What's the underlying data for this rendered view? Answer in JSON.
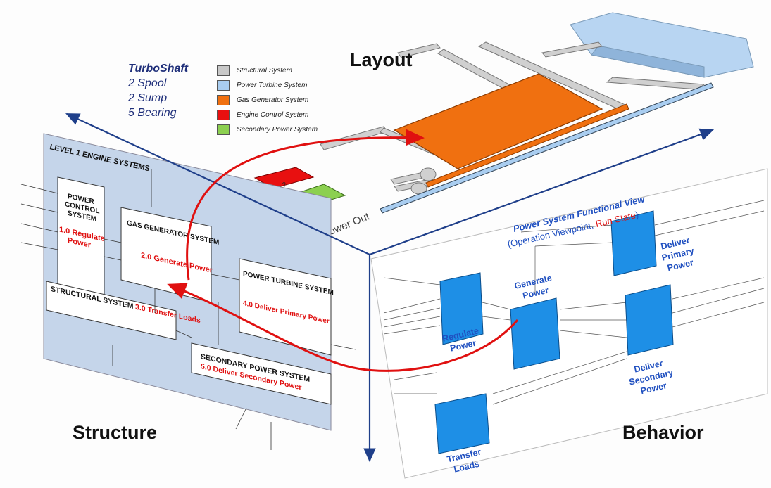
{
  "titles": {
    "layout": "Layout",
    "structure": "Structure",
    "behavior": "Behavior"
  },
  "engine_spec": {
    "name": "TurboShaft",
    "spool": "2 Spool",
    "sump": "2 Sump",
    "bearing": "5 Bearing"
  },
  "legend": [
    {
      "label": "Structural System",
      "color": "#c8c8c8"
    },
    {
      "label": "Power Turbine System",
      "color": "#a9cdf0"
    },
    {
      "label": "Gas Generator System",
      "color": "#f07010"
    },
    {
      "label": "Engine Control System",
      "color": "#e81010"
    },
    {
      "label": "Secondary Power System",
      "color": "#8cd050"
    }
  ],
  "layout_view": {
    "power_out": "Power Out",
    "question_mark": "?"
  },
  "structure_view": {
    "title": "LEVEL 1 ENGINE SYSTEMS",
    "power_control": {
      "name": [
        "POWER",
        "CONTROL",
        "SYSTEM"
      ],
      "function": [
        "1.0 Regulate",
        "Power"
      ]
    },
    "gas_generator": {
      "name": "GAS GENERATOR SYSTEM",
      "function": "2.0 Generate Power"
    },
    "power_turbine": {
      "name": "POWER TURBINE SYSTEM",
      "function": "4.0 Deliver Primary Power"
    },
    "structural": {
      "name": "STRUCTURAL SYSTEM",
      "function": "3.0 Transfer Loads"
    },
    "secondary": {
      "name": "SECONDARY POWER SYSTEM",
      "function": "5.0 Deliver Secondary Power"
    }
  },
  "behavior_view": {
    "title": "Power System Functional View",
    "subtitle_prefix": "(Operation Viewpoint, ",
    "subtitle_state": "Run State",
    "subtitle_suffix": ")",
    "blocks": {
      "regulate": [
        "Regulate",
        "Power"
      ],
      "generate": [
        "Generate",
        "Power"
      ],
      "primary": [
        "Deliver",
        "Primary",
        "Power"
      ],
      "secondary": [
        "Deliver",
        "Secondary",
        "Power"
      ],
      "transfer": [
        "Transfer",
        "Loads"
      ]
    }
  },
  "colors": {
    "axis": "#1f3f8a",
    "arrow": "#e01010",
    "func_block": "#1e8fe6",
    "func_text": "#2050c0",
    "gas_orange": "#f07010",
    "panel_bg": "#c5d5ea"
  }
}
